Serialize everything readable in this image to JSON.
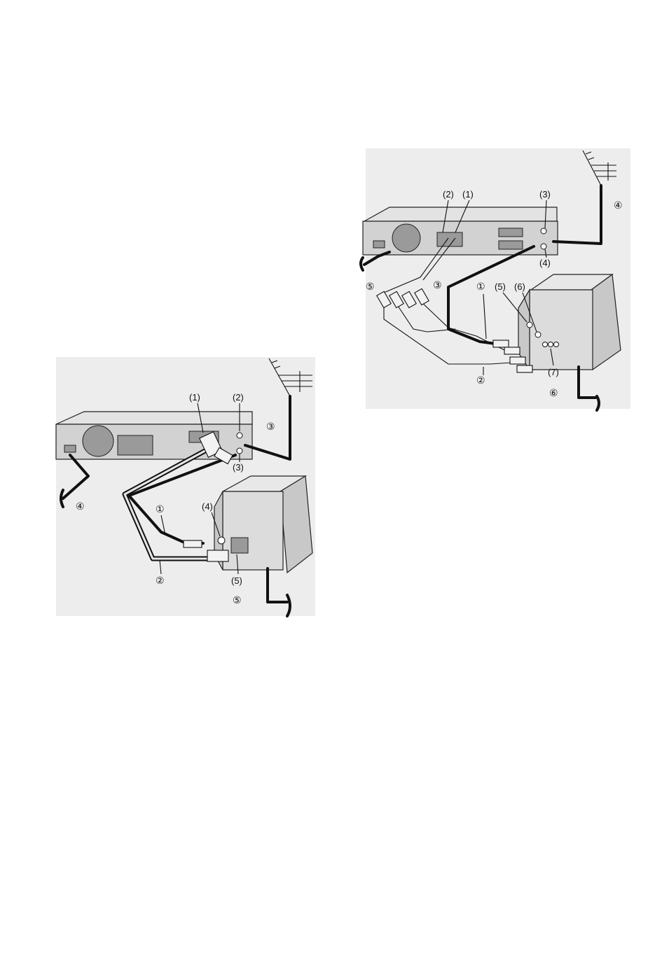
{
  "diagram_left": {
    "device_labels": [
      "(1)",
      "(2)",
      "(3)",
      "(4)",
      "(5)"
    ],
    "cable_labels": [
      "①",
      "②",
      "③",
      "④",
      "⑤"
    ]
  },
  "diagram_right": {
    "device_labels": [
      "(1)",
      "(2)",
      "(3)",
      "(4)",
      "(5)",
      "(6)",
      "(7)"
    ],
    "cable_labels": [
      "①",
      "②",
      "③",
      "④",
      "⑤",
      "⑥"
    ]
  }
}
